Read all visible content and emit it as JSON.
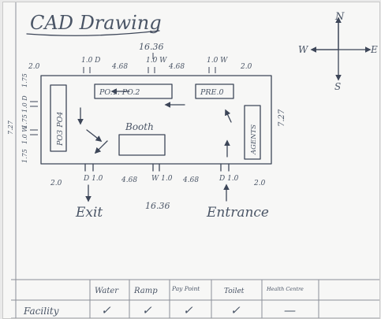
{
  "title": "CAD Drawing",
  "compass": {
    "north": "N",
    "south": "S",
    "east": "E",
    "west": "W"
  },
  "dimensions": {
    "top_total": "16.36",
    "bottom_total": "16.36",
    "top_segments": [
      "2.0",
      "1.0 D",
      "4.68",
      "1.0 W",
      "4.68",
      "1.0 W",
      "2.0"
    ],
    "bottom_segments": [
      "2.0",
      "D 1.0",
      "4.68",
      "W 1.0",
      "4.68",
      "D 1.0",
      "2.0"
    ],
    "right_height": "7.27",
    "left_total": "7.27",
    "left_segments": [
      "1.75",
      "1.0 D",
      "1.75",
      "1.0 W",
      "1.75"
    ]
  },
  "rooms": {
    "po12": "PO.1. PO.2",
    "pre0": "PRE.0",
    "po34": "PO3 PO4",
    "agents": "AGENTS",
    "booth": "Booth"
  },
  "labels": {
    "exit": "Exit",
    "entrance": "Entrance"
  },
  "table": {
    "headers": [
      "Water",
      "Ramp",
      "Pay Point",
      "Toilet",
      "Health Centre"
    ],
    "row_label": "Facility",
    "values": [
      "✓",
      "✓",
      "✓",
      "✓",
      "—"
    ]
  }
}
